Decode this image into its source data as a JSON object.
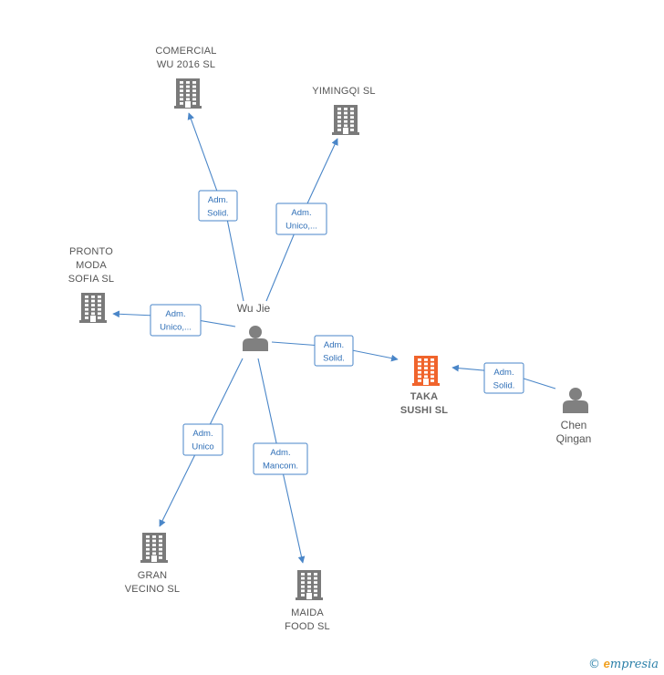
{
  "colors": {
    "edge": "#4a86c8",
    "company": "#7a7a7a",
    "company_highlight": "#f0642c",
    "person": "#808080"
  },
  "nodes": [
    {
      "id": "wujie",
      "kind": "person",
      "label": [
        "Wu Jie"
      ],
      "icon": "person-icon"
    },
    {
      "id": "chen",
      "kind": "person",
      "label": [
        "Chen",
        "Qingan"
      ],
      "icon": "person-icon"
    },
    {
      "id": "comercial",
      "kind": "company",
      "label": [
        "COMERCIAL",
        "WU 2016  SL"
      ],
      "icon": "building-icon"
    },
    {
      "id": "yimingqi",
      "kind": "company",
      "label": [
        "YIMINGQI  SL"
      ],
      "icon": "building-icon"
    },
    {
      "id": "pronto",
      "kind": "company",
      "label": [
        "PRONTO",
        "MODA",
        "SOFIA SL"
      ],
      "icon": "building-icon"
    },
    {
      "id": "taka",
      "kind": "company",
      "highlight": true,
      "label": [
        "TAKA",
        "SUSHI  SL"
      ],
      "icon": "building-icon"
    },
    {
      "id": "gran",
      "kind": "company",
      "label": [
        "GRAN",
        "VECINO SL"
      ],
      "icon": "building-icon"
    },
    {
      "id": "maida",
      "kind": "company",
      "label": [
        "MAIDA",
        "FOOD  SL"
      ],
      "icon": "building-icon"
    }
  ],
  "edges": [
    {
      "from": "wujie",
      "to": "comercial",
      "label": [
        "Adm.",
        "Solid."
      ]
    },
    {
      "from": "wujie",
      "to": "yimingqi",
      "label": [
        "Adm.",
        "Unico,..."
      ]
    },
    {
      "from": "wujie",
      "to": "pronto",
      "label": [
        "Adm.",
        "Unico,..."
      ]
    },
    {
      "from": "wujie",
      "to": "taka",
      "label": [
        "Adm.",
        "Solid."
      ]
    },
    {
      "from": "chen",
      "to": "taka",
      "label": [
        "Adm.",
        "Solid."
      ]
    },
    {
      "from": "wujie",
      "to": "gran",
      "label": [
        "Adm.",
        "Unico"
      ]
    },
    {
      "from": "wujie",
      "to": "maida",
      "label": [
        "Adm.",
        "Mancom."
      ]
    }
  ],
  "footer": {
    "copyright": "©",
    "brand_first": "e",
    "brand_rest": "mpresia"
  }
}
